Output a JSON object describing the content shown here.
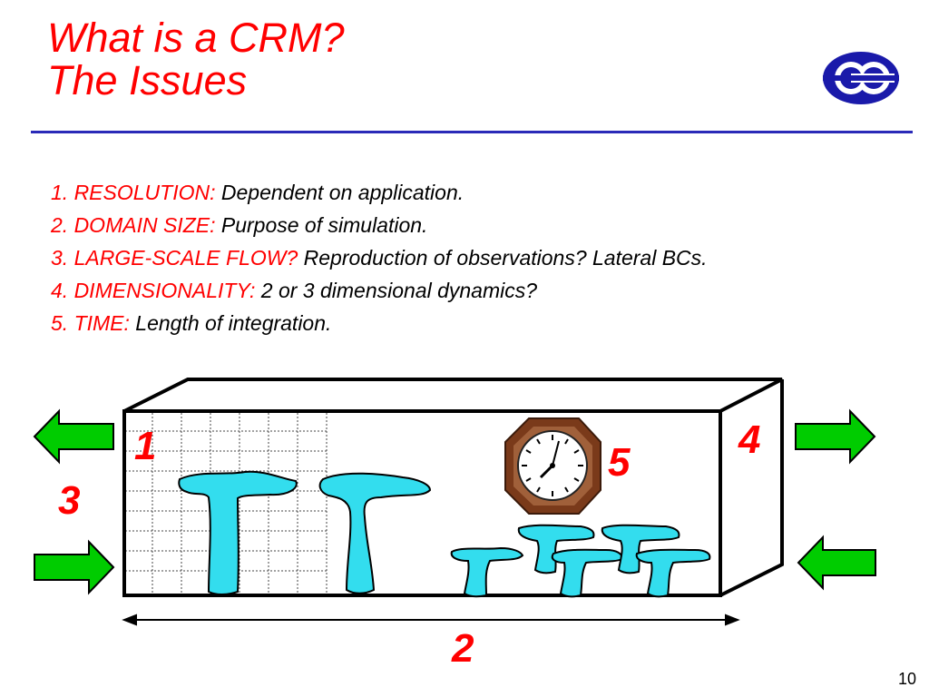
{
  "title": {
    "line1": "What is a CRM?",
    "line2": "The Issues"
  },
  "issues": [
    {
      "label": "1. RESOLUTION:",
      "text": "Dependent on application."
    },
    {
      "label": "2. DOMAIN SIZE:",
      "text": "Purpose of simulation."
    },
    {
      "label": "3. LARGE-SCALE FLOW?",
      "text": "Reproduction of observations? Lateral BCs."
    },
    {
      "label": "4. DIMENSIONALITY:",
      "text": "2 or 3 dimensional dynamics?"
    },
    {
      "label": "5. TIME:",
      "text": "Length of integration."
    }
  ],
  "diagram": {
    "markers": {
      "resolution": "1",
      "domain": "2",
      "flow": "3",
      "dimension": "4",
      "time": "5"
    }
  },
  "page_number": "10",
  "colors": {
    "accent": "#ff0000",
    "rule": "#2a2ab8",
    "arrow": "#00cc00",
    "cloud": "#33ddee",
    "clock_frame": "#7a3a1a"
  }
}
